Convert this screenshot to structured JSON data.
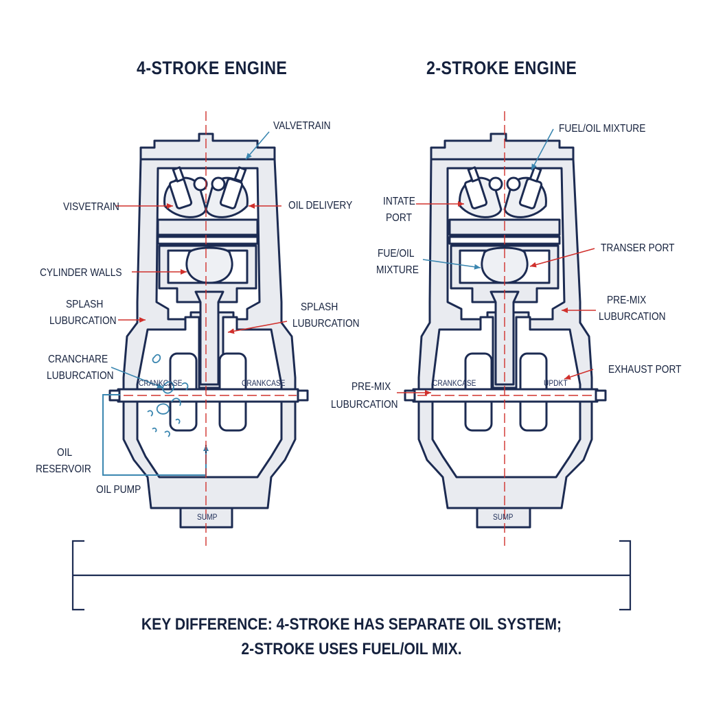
{
  "titles": {
    "left": "4-STROKE ENGINE",
    "right": "2-STROKE ENGINE"
  },
  "left_labels": {
    "valvetrain_top": "VALVETRAIN",
    "visvetrain": "VISVETRAIN",
    "oil_delivery": "OIL DELIVERY",
    "cylinder_walls": "CYLINDER WALLS",
    "splash_left_1": "SPLASH",
    "splash_left_2": "LUBURCATION",
    "splash_right_1": "SPLASH",
    "splash_right_2": "LUBURCATION",
    "cranchare_1": "CRANCHARE",
    "cranchare_2": "LUBURCATION",
    "oil_reservoir_1": "OIL",
    "oil_reservoir_2": "RESERVOIR",
    "oil_pump": "OIL PUMP",
    "crankcase_left": "CRANKCASE",
    "crankcase_right": "CRANKCASE",
    "sump": "SUMP"
  },
  "right_labels": {
    "fuel_oil_mixture": "FUEL/OIL MIXTURE",
    "intate_1": "INTATE",
    "intate_2": "PORT",
    "fue_oil_1": "FUE/OIL",
    "fue_oil_2": "MIXTURE",
    "transer_port": "TRANSER PORT",
    "premix_right_1": "PRE-MIX",
    "premix_right_2": "LUBURCATION",
    "exhaust_port": "EXHAUST PORT",
    "premix_left_1": "PRE-MIX",
    "premix_left_2": "LUBURCATION",
    "crank_left": "CRANKCASE",
    "crank_right": "UPDKT",
    "sump": "SUMP"
  },
  "key_difference": {
    "line1": "KEY DIFFERENCE: 4-STROKE HAS SEPARATE OIL SYSTEM;",
    "line2": "2-STROKE USES FUEL/OIL MIX."
  },
  "colors": {
    "outline": "#1c2b52",
    "fill": "#e9ebf0",
    "accent_red": "#d0302c",
    "accent_blue": "#3a86b0"
  }
}
